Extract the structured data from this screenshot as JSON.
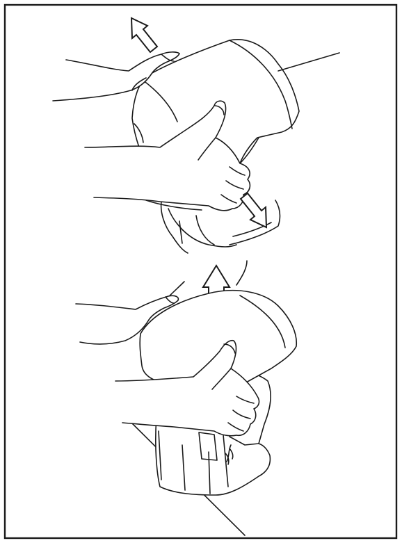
{
  "figure": {
    "panels": [
      {
        "id": "top",
        "arrows": [
          "up-left",
          "down-right"
        ]
      },
      {
        "id": "bottom",
        "arrows": [
          "up"
        ]
      }
    ]
  }
}
